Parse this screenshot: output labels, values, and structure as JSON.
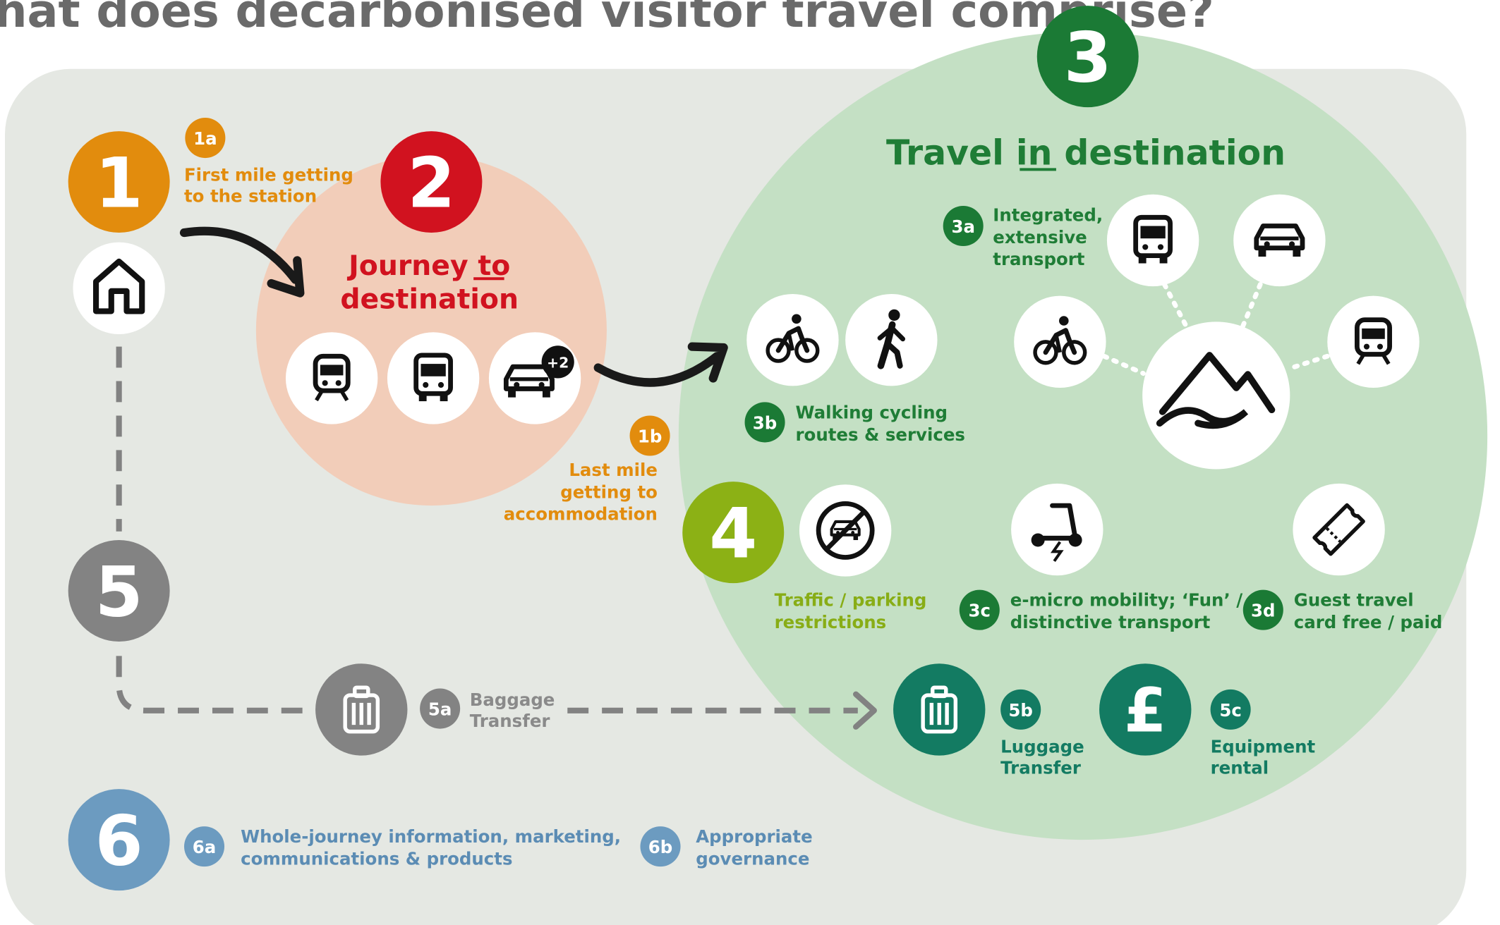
{
  "page_title": "hat does decarbonised visitor travel comprise?",
  "colors": {
    "panel": "#e5e8e3",
    "orange": "#e28c0d",
    "red": "#d1121f",
    "pink": "#f2cdb9",
    "green_dark": "#1b7a35",
    "green_light_circle": "#c4e0c4",
    "lime": "#8cb115",
    "teal": "#137b62",
    "grey": "#838383",
    "blue": "#6c9bc0",
    "green_text": "#1f7d36",
    "lime_text": "#88ad16",
    "blue_text": "#5b8cb4"
  },
  "nodes": {
    "n1": {
      "number": "1"
    },
    "n2": {
      "number": "2",
      "title_line1": "Journey to",
      "title_line2": "destination"
    },
    "n3": {
      "number": "3",
      "title": "Travel in destination"
    },
    "n4": {
      "number": "4"
    },
    "n5": {
      "number": "5"
    },
    "n6": {
      "number": "6"
    }
  },
  "sub": {
    "s1a": {
      "badge": "1a",
      "line1": "First mile getting",
      "line2": "to the station"
    },
    "s1b": {
      "badge": "1b",
      "line1": "Last mile",
      "line2": "getting to",
      "line3": "accommodation"
    },
    "s3a": {
      "badge": "3a",
      "line1": "Integrated,",
      "line2": "extensive",
      "line3": "transport"
    },
    "s3b": {
      "badge": "3b",
      "line1": "Walking cycling",
      "line2": "routes & services"
    },
    "s3c": {
      "badge": "3c",
      "line1": "e-micro mobility; ‘Fun’ /",
      "line2": "distinctive  transport"
    },
    "s3d": {
      "badge": "3d",
      "line1": "Guest travel",
      "line2": "card free / paid"
    },
    "s4": {
      "line1": "Traffic / parking",
      "line2": "restrictions"
    },
    "s5a": {
      "badge": "5a",
      "line1": "Baggage",
      "line2": "Transfer"
    },
    "s5b": {
      "badge": "5b",
      "line1": "Luggage",
      "line2": "Transfer"
    },
    "s5c": {
      "badge": "5c",
      "line1": "Equipment",
      "line2": "rental"
    },
    "s6a": {
      "badge": "6a",
      "line1": "Whole-journey information, marketing,",
      "line2": "communications & products"
    },
    "s6b": {
      "badge": "6b",
      "line1": "Appropriate",
      "line2": "governance"
    }
  },
  "car_badge": "+2",
  "pound_symbol": "£",
  "icons": [
    "home-icon",
    "train-icon",
    "bus-icon",
    "car-icon",
    "bicycle-icon",
    "pedestrian-icon",
    "mountain-icon",
    "no-car-icon",
    "e-scooter-icon",
    "ticket-icon",
    "suitcase-icon",
    "pound-icon",
    "arrow-icon"
  ]
}
